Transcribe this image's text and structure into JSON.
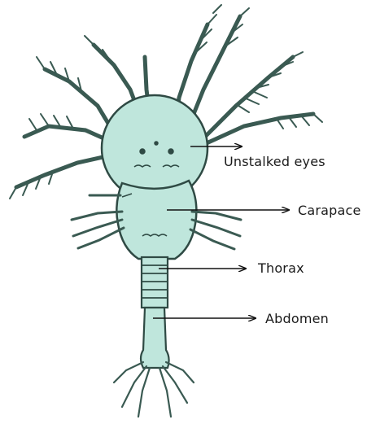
{
  "diagram": {
    "labels": {
      "unstalked_eyes": "Unstalked eyes",
      "carapace": "Carapace",
      "thorax": "Thorax",
      "abdomen": "Abdomen"
    }
  },
  "colors": {
    "body_fill": "#bfe6dc",
    "outline": "#2f4a44",
    "text": "#1a1a1a",
    "arrow": "#111111"
  }
}
